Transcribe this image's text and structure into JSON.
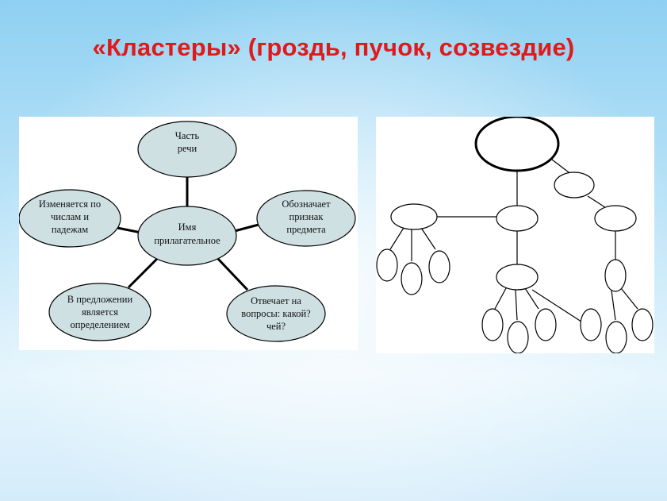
{
  "slide": {
    "title": "«Кластеры» (гроздь, пучок, созвездие)"
  },
  "example_cluster": {
    "center": [
      "Имя",
      "прилагательное"
    ],
    "satellites": [
      {
        "id": "top",
        "lines": [
          "Часть",
          "речи"
        ]
      },
      {
        "id": "right",
        "lines": [
          "Обозначает",
          "признак",
          "предмета"
        ]
      },
      {
        "id": "bottom-right",
        "lines": [
          "Отвечает на",
          "вопросы: какой?",
          "чей?"
        ]
      },
      {
        "id": "bottom-left",
        "lines": [
          "В предложении",
          "является",
          "определением"
        ]
      },
      {
        "id": "left",
        "lines": [
          "Изменяется по",
          "числам и",
          "падежам"
        ]
      }
    ],
    "colors": {
      "node_fill": "#cfe0e3",
      "node_stroke": "#000000"
    }
  },
  "template_cluster": {
    "colors": {
      "node_fill": "#ffffff",
      "node_stroke": "#000000"
    }
  }
}
